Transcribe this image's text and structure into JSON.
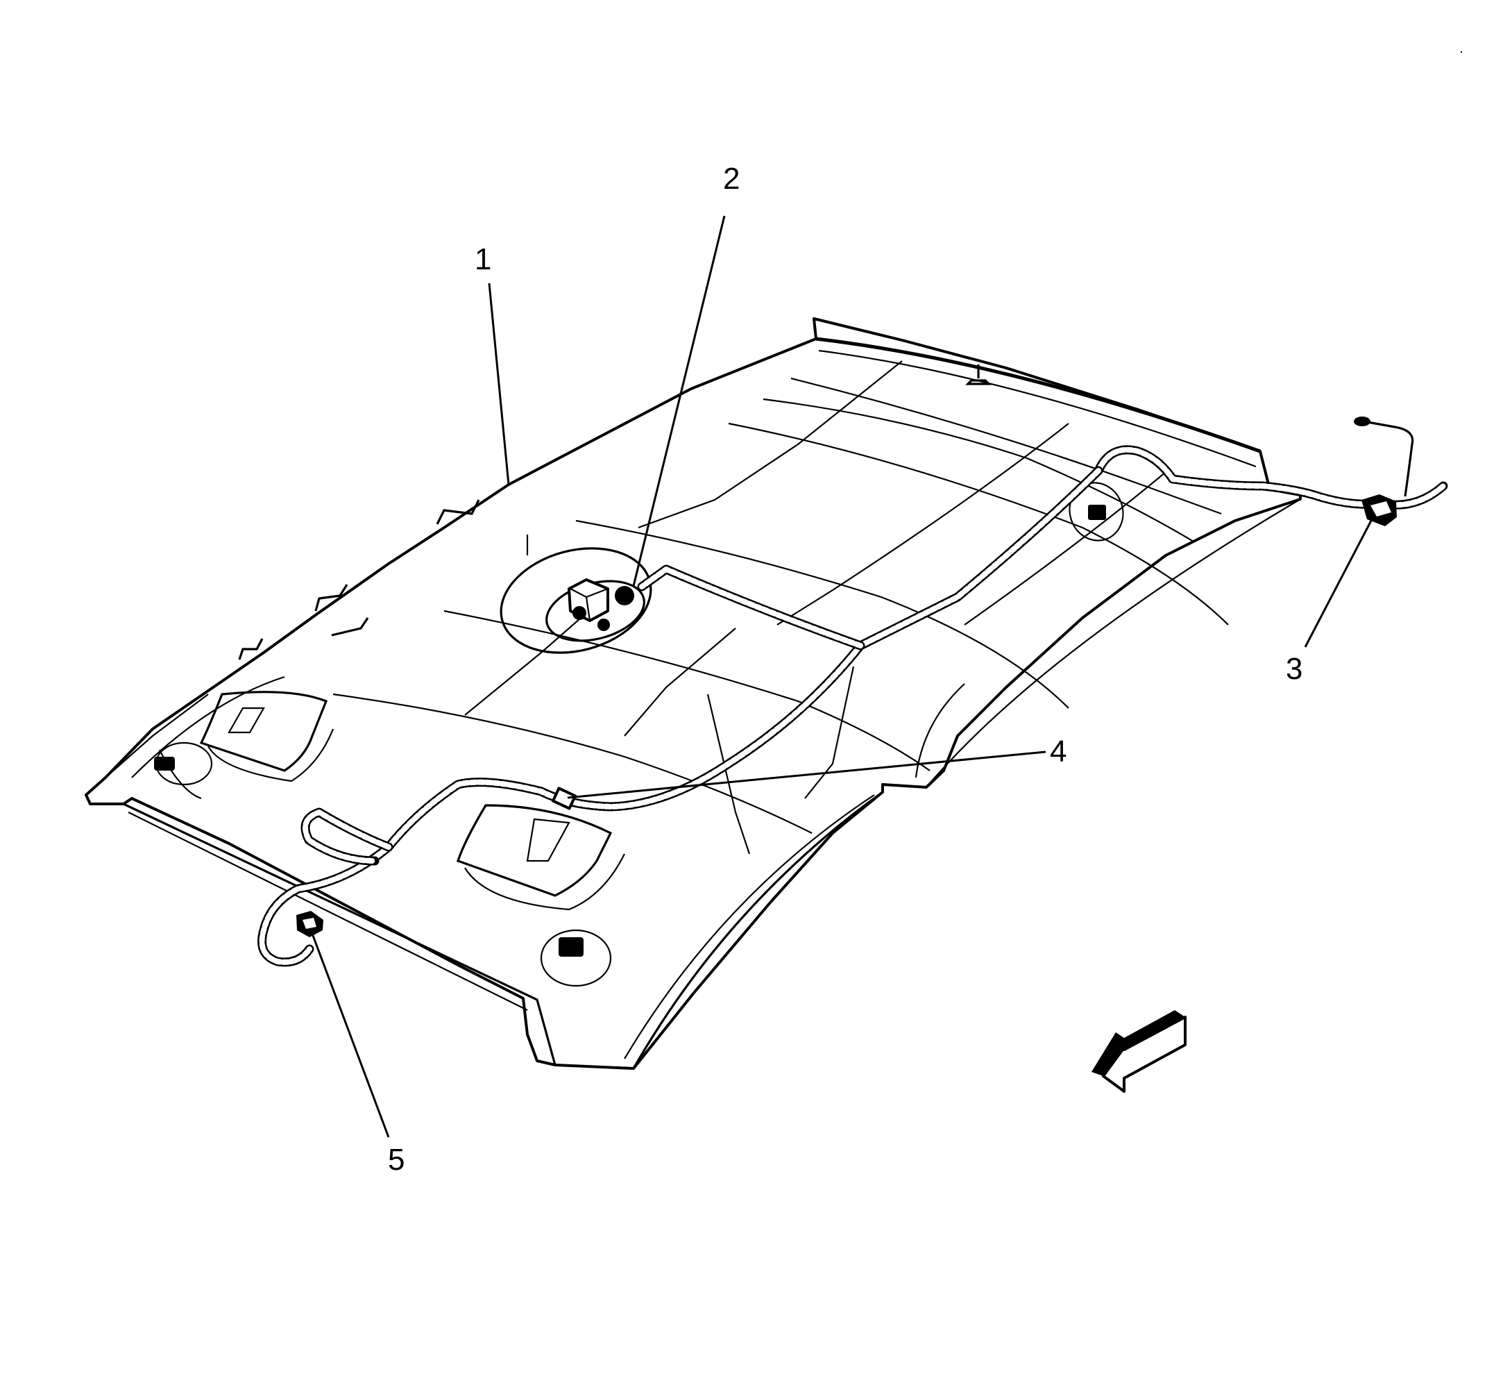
{
  "diagram": {
    "type": "exploded-parts-illustration",
    "subject": "headliner with wiring harness",
    "background_color": "#ffffff",
    "line_color": "#000000",
    "callouts": [
      {
        "number": "1",
        "target": "headliner panel"
      },
      {
        "number": "2",
        "target": "dome lamp connector"
      },
      {
        "number": "3",
        "target": "harness connector (rear)"
      },
      {
        "number": "4",
        "target": "harness retainer clip"
      },
      {
        "number": "5",
        "target": "harness connector (front)"
      }
    ],
    "view_arrow": {
      "direction": "front-left",
      "icon": "isometric-arrow-icon"
    }
  }
}
